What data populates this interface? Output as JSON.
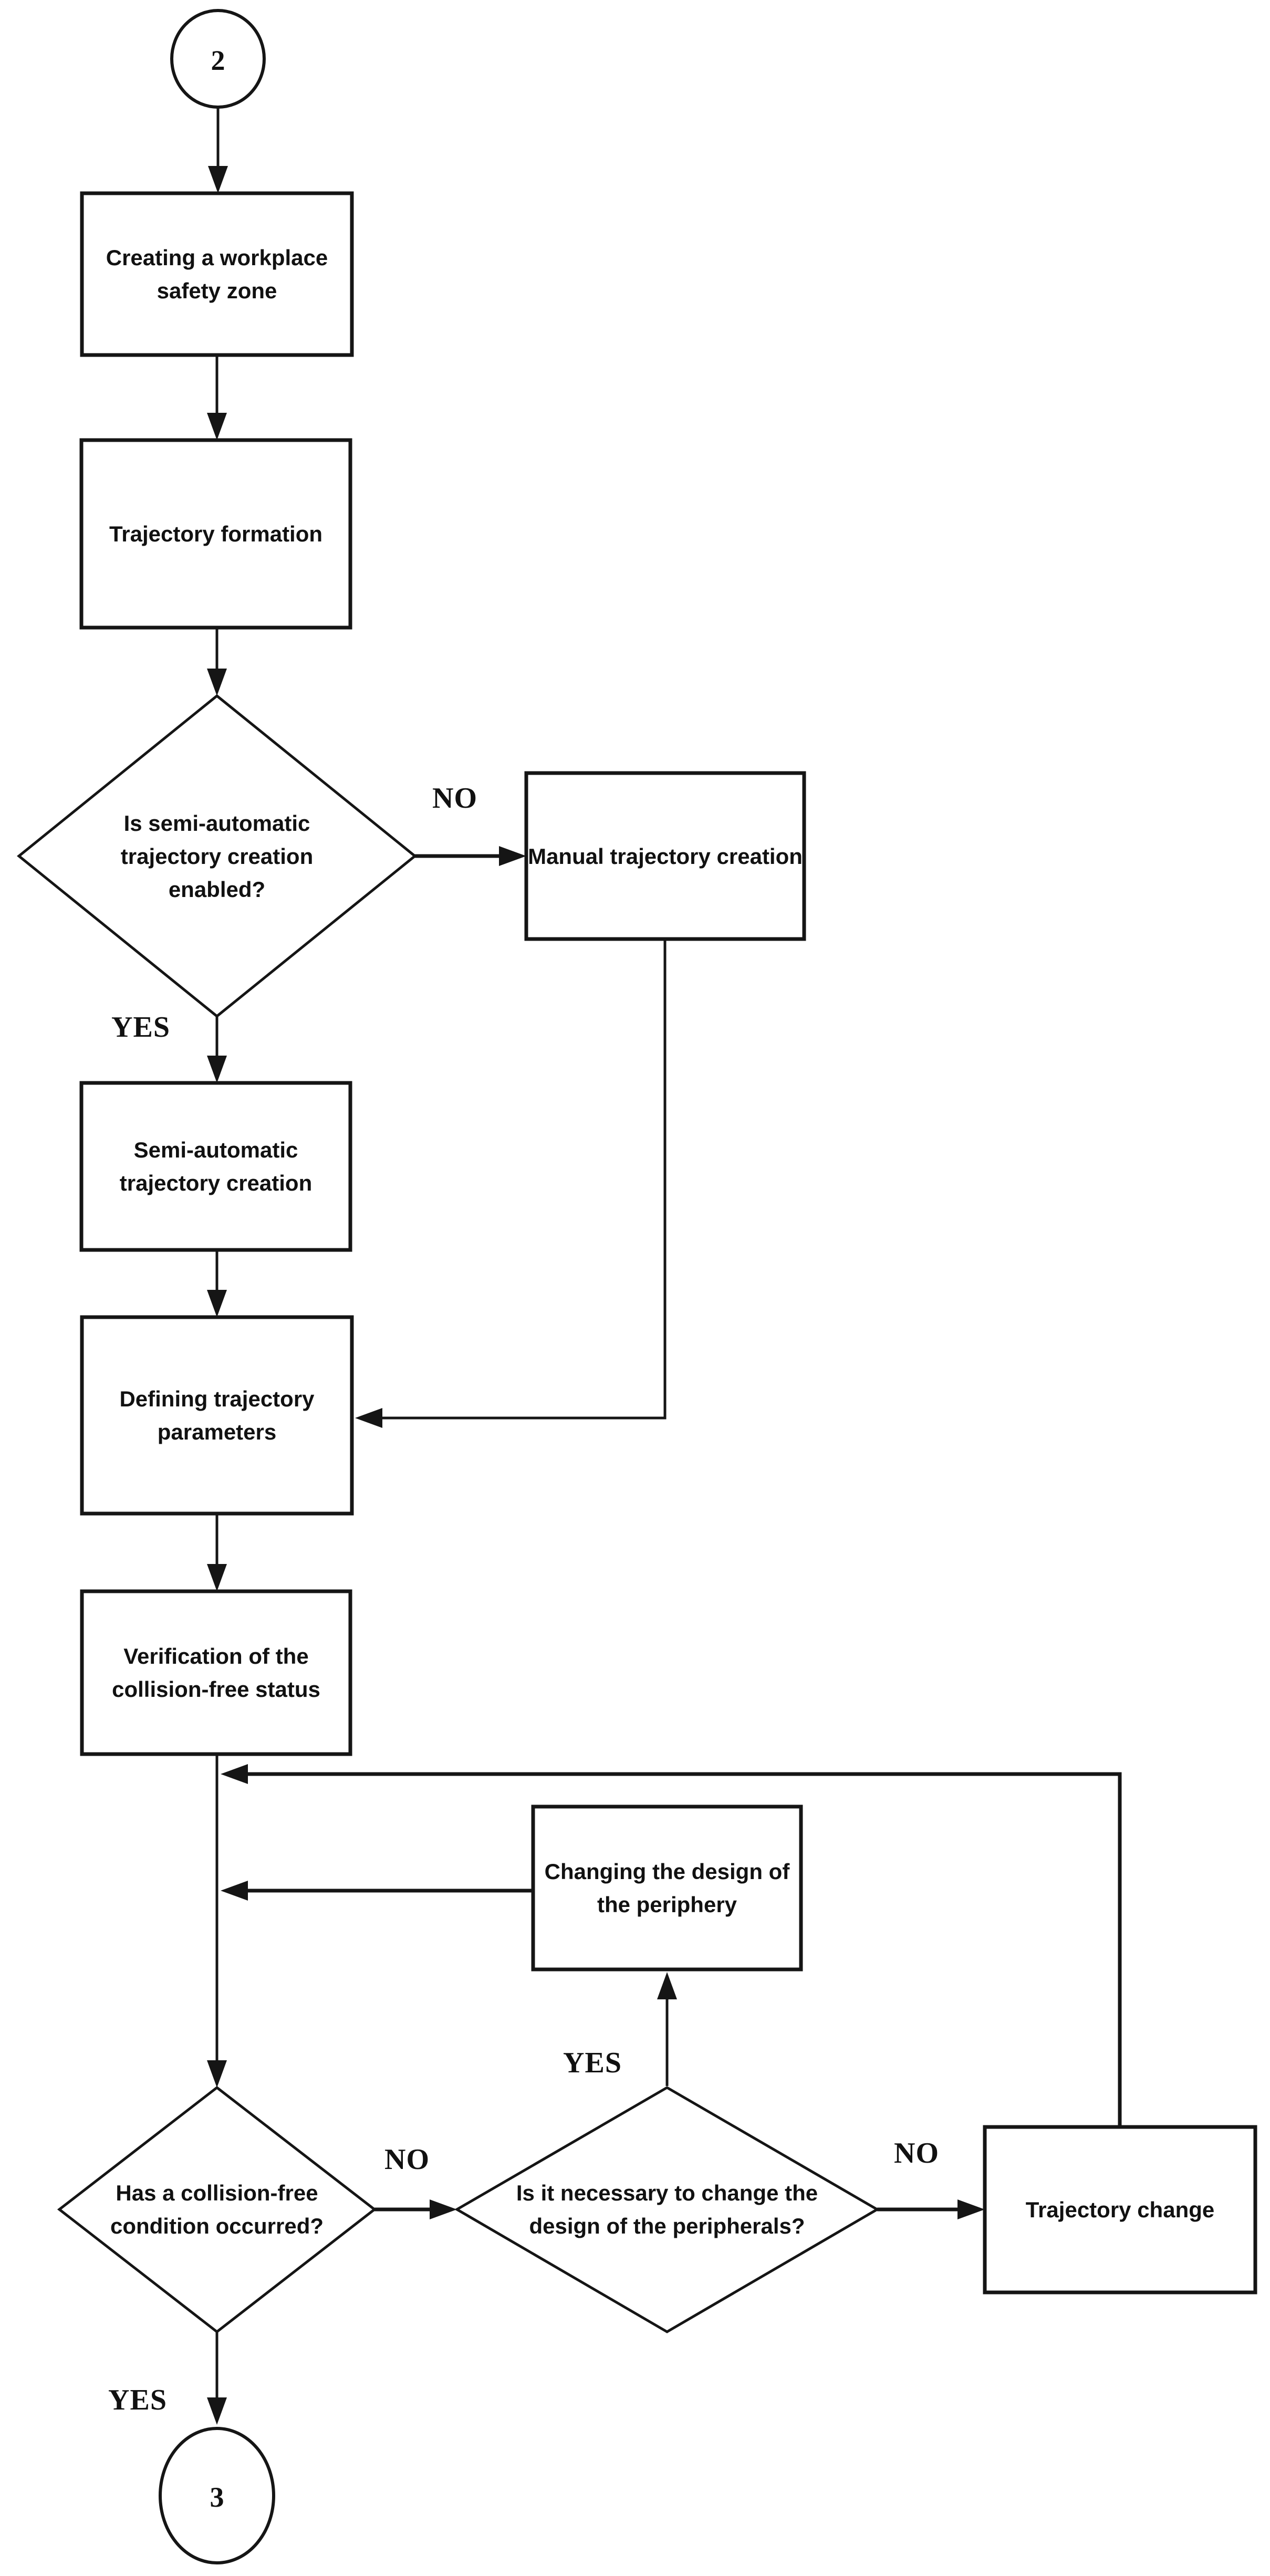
{
  "flowchart": {
    "start_circle": "2",
    "end_circle": "3",
    "nodes": {
      "creating_zone": "Creating a workplace safety zone",
      "trajectory_formation": "Trajectory formation",
      "semi_auto_question": "Is semi-automatic trajectory creation enabled?",
      "manual_creation": "Manual trajectory creation",
      "semi_auto_creation": "Semi-automatic trajectory creation",
      "defining_parameters": "Defining trajectory parameters",
      "verification": "Verification of the collision-free status",
      "changing_design": "Changing the design of the periphery",
      "collision_question": "Has a collision-free condition occurred?",
      "periphery_question": "Is it necessary to change the design of the peripherals?",
      "trajectory_change": "Trajectory change"
    },
    "edge_labels": {
      "semi_auto_no": "NO",
      "semi_auto_yes": "YES",
      "periphery_yes": "YES",
      "collision_no": "NO",
      "periphery_no": "NO",
      "collision_yes": "YES"
    },
    "colors": {
      "line": "#151515",
      "background": "#ffffff"
    }
  }
}
